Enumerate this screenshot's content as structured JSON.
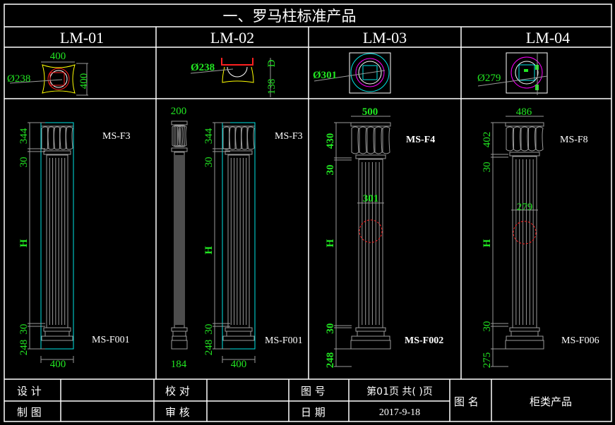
{
  "title": "一、罗马柱标准产品",
  "columns": [
    {
      "name": "LM-01",
      "plan_dia": "Ø238",
      "plan_w": "400",
      "plan_h": "400",
      "dims": [
        "344",
        "30",
        "H",
        "30",
        "248"
      ],
      "bottom_w": "400",
      "cap_label": "MS-F3",
      "base_label": "MS-F001"
    },
    {
      "name": "LM-02",
      "plan_dia": "Ø238",
      "plan_d": "D",
      "plan_h": "138",
      "side_top": "200",
      "side_bottom": "184",
      "dims": [
        "344",
        "30",
        "H",
        "30",
        "248"
      ],
      "bottom_w": "400",
      "cap_label": "MS-F3",
      "base_label": "MS-F001"
    },
    {
      "name": "LM-03",
      "plan_dia": "Ø301",
      "top_w": "500",
      "shaft_dia": "301",
      "dims": [
        "430",
        "30",
        "H",
        "30",
        "248"
      ],
      "cap_label": "MS-F4",
      "base_label": "MS-F002"
    },
    {
      "name": "LM-04",
      "plan_dia": "Ø279",
      "top_w": "486",
      "shaft_dia": "279",
      "dims": [
        "402",
        "30",
        "H",
        "30",
        "275"
      ],
      "cap_label": "MS-F8",
      "base_label": "MS-F006"
    }
  ],
  "footer": {
    "design_label": "设 计",
    "drawing_label": "制 图",
    "check_label": "校 对",
    "review_label": "审 核",
    "number_label": "图 号",
    "date_label": "日 期",
    "page_value": "第01页 共(  )页",
    "date_value": "2017-9-18",
    "name_label": "图 名",
    "name_value": "柜类产品"
  },
  "colors": {
    "dim": "#22e622",
    "frame": "#ffffff",
    "cyan": "#00e5e5",
    "red": "#ff2020",
    "magenta": "#ff00ff",
    "yellow": "#ffff00",
    "gray": "#9a9a9a"
  }
}
